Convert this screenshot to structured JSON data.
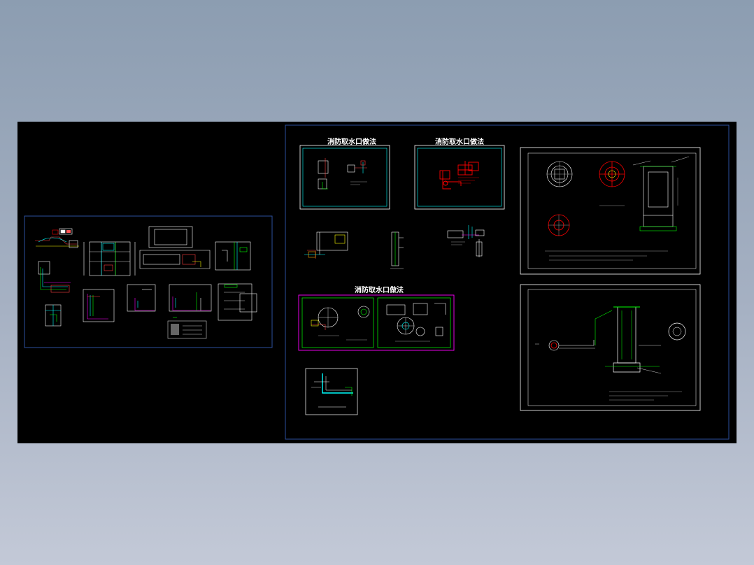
{
  "drawing": {
    "titles": {
      "top_left": "消防取水口做法",
      "top_middle": "消防取水口做法",
      "lower_left": "消防取水口做法"
    }
  },
  "colors": {
    "background": "#000000",
    "frame_blue": "#2d4f9e",
    "line_white": "#ffffff",
    "line_cyan": "#00ffff",
    "line_green": "#00ff00",
    "line_magenta": "#ff00ff",
    "line_red": "#ff0000",
    "line_yellow": "#ffff00"
  }
}
